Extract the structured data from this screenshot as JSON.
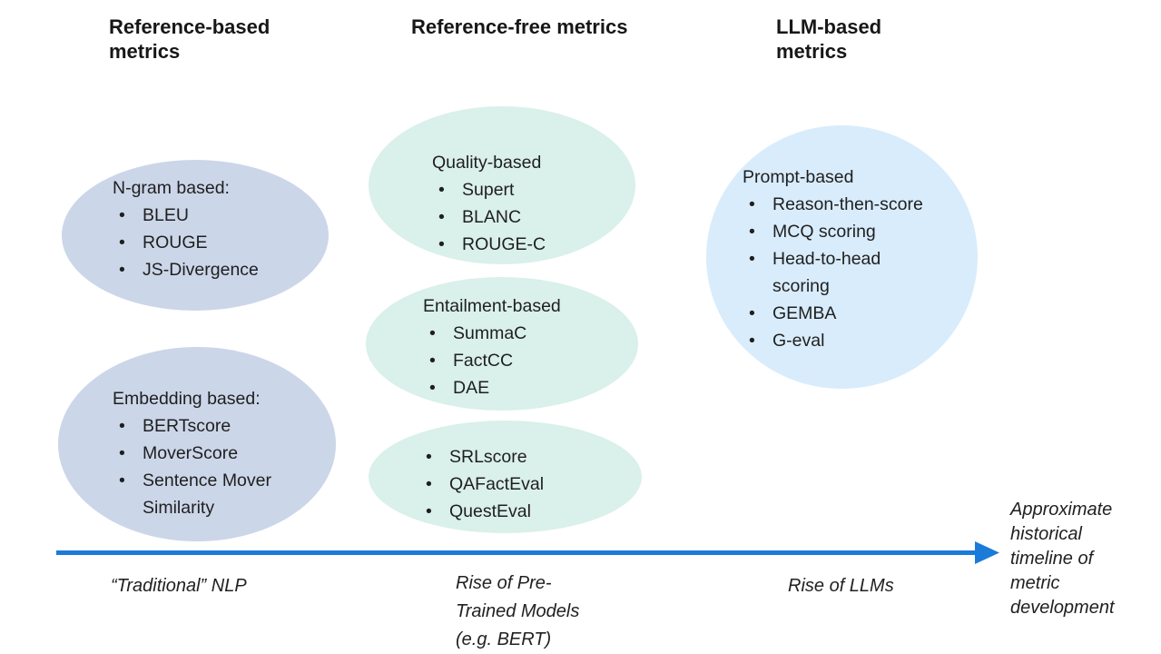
{
  "columns": [
    {
      "header": "Reference-based\nmetrics",
      "bubble_color": "#ccd6e9",
      "groups": [
        {
          "title": "N-gram based:",
          "items": [
            "BLEU",
            "ROUGE",
            "JS-Divergence"
          ]
        },
        {
          "title": "Embedding based:",
          "items": [
            "BERTscore",
            "MoverScore",
            "Sentence Mover\nSimilarity"
          ]
        }
      ]
    },
    {
      "header": "Reference-free metrics",
      "bubble_color": "#daf0ea",
      "groups": [
        {
          "title": "Quality-based",
          "items": [
            "Supert",
            "BLANC",
            "ROUGE-C"
          ]
        },
        {
          "title": "Entailment-based",
          "items": [
            "SummaC",
            "FactCC",
            "DAE"
          ]
        },
        {
          "title": "",
          "items": [
            "SRLscore",
            "QAFactEval",
            "QuestEval"
          ]
        }
      ]
    },
    {
      "header": "LLM-based\nmetrics",
      "bubble_color": "#d9ecfc",
      "groups": [
        {
          "title": "Prompt-based",
          "items": [
            "Reason-then-score",
            "MCQ scoring",
            "Head-to-head\nscoring",
            "GEMBA",
            "G-eval"
          ]
        }
      ]
    }
  ],
  "timeline": {
    "arrow_color": "#1b7bd8",
    "era_labels": [
      "“Traditional” NLP",
      "Rise of Pre-\nTrained Models\n(e.g. BERT)",
      "Rise of LLMs"
    ],
    "caption": "Approximate\nhistorical\ntimeline of\nmetric\ndevelopment"
  }
}
